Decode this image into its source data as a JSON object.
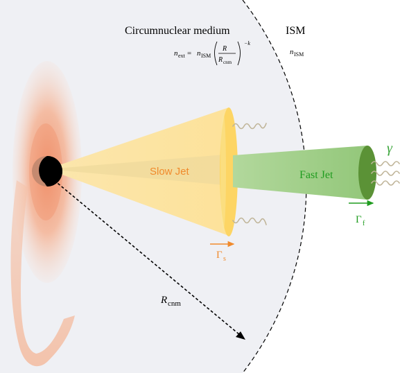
{
  "labels": {
    "circumnuclear_medium": "Circumnuclear medium",
    "ism": "ISM",
    "slow_jet": "Slow Jet",
    "fast_jet": "Fast Jet"
  },
  "formula": {
    "n": "n",
    "ext_sub": "ext",
    "equals": " = ",
    "ism_sub": "ISM",
    "r_num": "R",
    "r_den": "R",
    "cnm_sub": "cnm",
    "exponent": "−k"
  },
  "n_ism": {
    "n": "n",
    "sub": "ISM"
  },
  "gamma_s": {
    "symbol": "Γ",
    "sub": "s"
  },
  "gamma_f": {
    "symbol": "Γ",
    "sub": "f"
  },
  "photon": {
    "symbol": "γ"
  },
  "radius": {
    "symbol": "R",
    "sub": "cnm"
  },
  "colors": {
    "background_region": "#eff0f4",
    "disk": "#f4a583",
    "black_hole": "#000000",
    "slow_jet_fill": "#fde6a4",
    "slow_jet_core": "#f2dca0",
    "slow_jet_front": "#fdd564",
    "slow_jet_label": "#f08a2c",
    "fast_jet_body": "#a4cf8c",
    "fast_jet_cap": "#5b9236",
    "fast_jet_label": "#1f9c1f",
    "photon_wave": "#c0b599",
    "gamma_symbol": "#3aa53a",
    "boundary": "#000000"
  }
}
